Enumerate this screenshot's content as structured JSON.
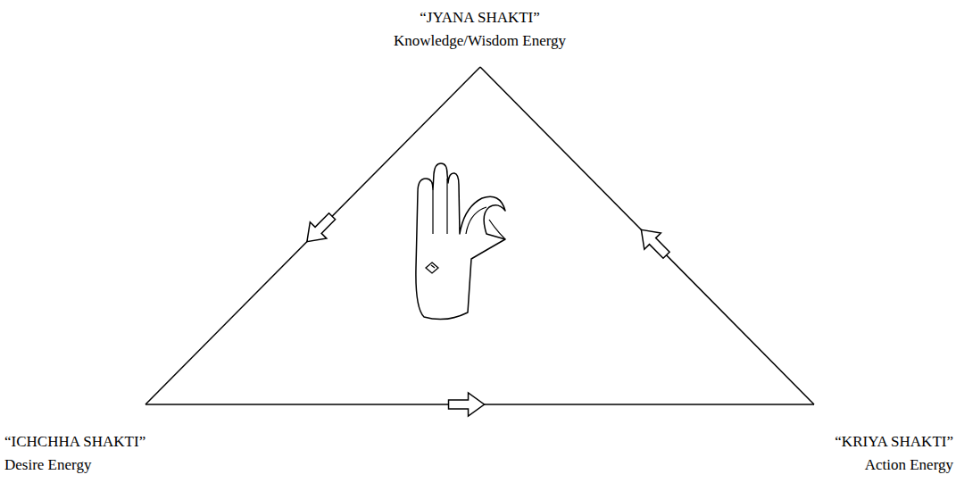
{
  "diagram": {
    "nodes": [
      {
        "text": [
          "“JYANA SHAKTI”",
          "Knowledge/Wisdom Energy"
        ]
      },
      {
        "text": [
          "“ICHCHHA SHAKTI”",
          "Desire Energy"
        ]
      },
      {
        "text": [
          "“KRIYA SHAKTI”",
          "Action Energy"
        ]
      }
    ],
    "edges": [
      {
        "from": 0,
        "to": 1,
        "arrow": "to"
      },
      {
        "from": 1,
        "to": 2,
        "arrow": "to"
      },
      {
        "from": 2,
        "to": 0,
        "arrow": "to"
      }
    ]
  }
}
